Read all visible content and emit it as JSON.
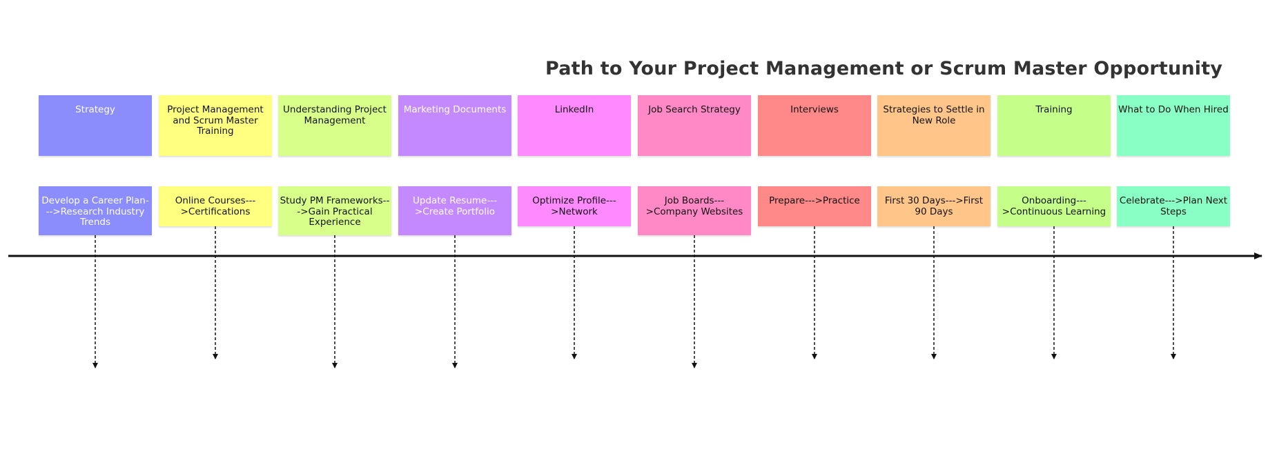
{
  "title": "Path to Your Project Management or Scrum Master Opportunity",
  "sections": [
    {
      "label": "Strategy",
      "task": "Develop a Career Plan--->Research Industry Trends",
      "color": "#8b8dfd",
      "text": "white"
    },
    {
      "label": "Project Management and Scrum Master Training",
      "task": "Online Courses--->Certifications",
      "color": "#ffff80",
      "text": "dark"
    },
    {
      "label": "Understanding Project Management",
      "task": "Study PM Frameworks--->Gain Practical Experience",
      "color": "#d8ff89",
      "text": "dark"
    },
    {
      "label": "Marketing Documents",
      "task": "Update Resume--->Create Portfolio",
      "color": "#c589ff",
      "text": "white"
    },
    {
      "label": "LinkedIn",
      "task": "Optimize Profile--->Network",
      "color": "#ff89fe",
      "text": "dark"
    },
    {
      "label": "Job Search Strategy",
      "task": "Job Boards--->Company Websites",
      "color": "#ff88c6",
      "text": "dark"
    },
    {
      "label": "Interviews",
      "task": "Prepare--->Practice",
      "color": "#ff8888",
      "text": "dark"
    },
    {
      "label": "Strategies to Settle in New Role",
      "task": "First 30 Days--->First 90 Days",
      "color": "#ffc589",
      "text": "dark"
    },
    {
      "label": "Training",
      "task": "Onboarding--->Continuous Learning",
      "color": "#c5ff89",
      "text": "dark"
    },
    {
      "label": "What to Do When Hired",
      "task": "Celebrate--->Plan Next Steps",
      "color": "#89ffc5",
      "text": "dark"
    }
  ]
}
